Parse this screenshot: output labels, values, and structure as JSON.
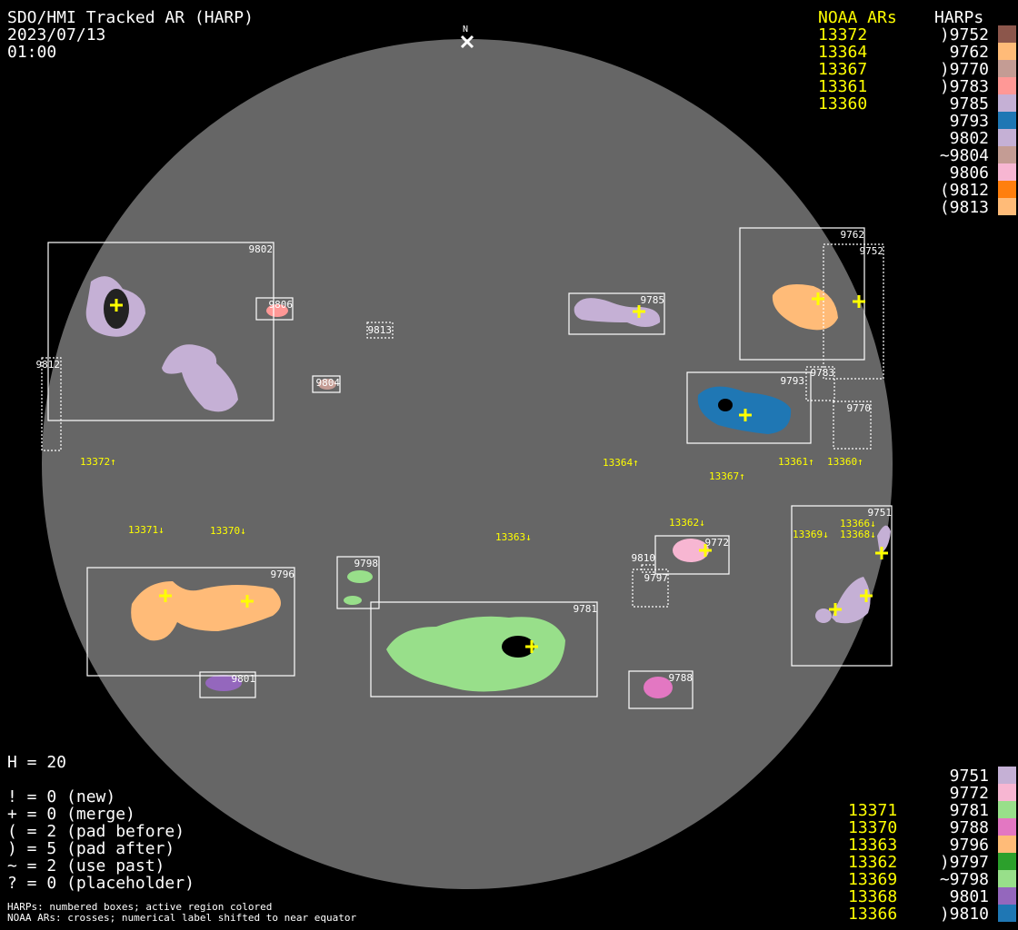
{
  "header": {
    "title": "SDO/HMI Tracked AR (HARP)",
    "date": "2023/07/13",
    "time": "01:00",
    "north": "N"
  },
  "legend_top": {
    "noaa_header": "NOAA ARs",
    "harp_header": "HARPs",
    "noaa": [
      "13372",
      "13364",
      "13367",
      "13361",
      "13360"
    ],
    "harps": [
      {
        "label": ")9752",
        "color": "#8c564b"
      },
      {
        "label": "9762",
        "color": "#ffbb78"
      },
      {
        "label": ")9770",
        "color": "#c49c94"
      },
      {
        "label": ")9783",
        "color": "#ff9896"
      },
      {
        "label": "9785",
        "color": "#c5b0d5"
      },
      {
        "label": "9793",
        "color": "#1f77b4"
      },
      {
        "label": "9802",
        "color": "#c5b0d5"
      },
      {
        "label": "~9804",
        "color": "#c49c94"
      },
      {
        "label": "9806",
        "color": "#f7b6d2"
      },
      {
        "label": "(9812",
        "color": "#ff7f0e"
      },
      {
        "label": "(9813",
        "color": "#ffbb78"
      }
    ]
  },
  "legend_bottom": {
    "noaa": [
      "13371",
      "13370",
      "13363",
      "13362",
      "13369",
      "13368",
      "13366"
    ],
    "harps": [
      {
        "label": "9751",
        "color": "#c5b0d5"
      },
      {
        "label": "9772",
        "color": "#f7b6d2"
      },
      {
        "label": "9781",
        "color": "#98df8a"
      },
      {
        "label": "9788",
        "color": "#e377c2"
      },
      {
        "label": "9796",
        "color": "#ffbb78"
      },
      {
        "label": ")9797",
        "color": "#2ca02c"
      },
      {
        "label": "~9798",
        "color": "#98df8a"
      },
      {
        "label": "9801",
        "color": "#9467bd"
      },
      {
        "label": ")9810",
        "color": "#1f77b4"
      }
    ]
  },
  "stats": {
    "h": "H = 20",
    "lines": [
      "! = 0 (new)",
      "+ = 0 (merge)",
      "( = 2 (pad before)",
      ") = 5 (pad after)",
      "~ = 2 (use past)",
      "? = 0 (placeholder)"
    ]
  },
  "notes": [
    "HARPs: numbered boxes; active region colored",
    "NOAA ARs: crosses; numerical label shifted to near equator"
  ],
  "disk": {
    "boxes": [
      "9802",
      "9806",
      "9813",
      "9804",
      "9812",
      "9785",
      "9762",
      "9752",
      "9783",
      "9793",
      "9770",
      "9751",
      "9772",
      "9810",
      "9797",
      "9798",
      "9796",
      "9781",
      "9801",
      "9788"
    ],
    "noaa_labels": [
      "13372↑",
      "13364↑",
      "13367↑",
      "13361↑",
      "13360↑",
      "13371↓",
      "13370↓",
      "13363↓",
      "13362↓",
      "13369↓",
      "13368↓",
      "13366↓"
    ]
  }
}
